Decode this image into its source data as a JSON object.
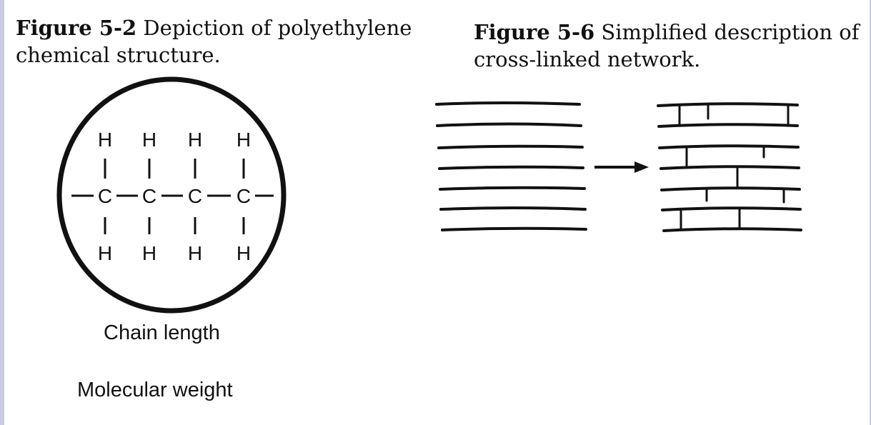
{
  "figure_left": {
    "label": "Figure 5-2",
    "caption": "Depiction of polyethylene chemical structure.",
    "structure": {
      "top_atoms": [
        "H",
        "H",
        "H",
        "H"
      ],
      "chain_atoms": [
        "C",
        "C",
        "C",
        "C"
      ],
      "bottom_atoms": [
        "H",
        "H",
        "H",
        "H"
      ]
    },
    "labels": {
      "chain_length": "Chain length",
      "molecular_weight": "Molecular weight"
    }
  },
  "figure_right": {
    "label": "Figure 5-6",
    "caption": "Simplified description of cross-linked network.",
    "parallel_chain_count": 7,
    "crosslinked_chain_count": 7
  }
}
